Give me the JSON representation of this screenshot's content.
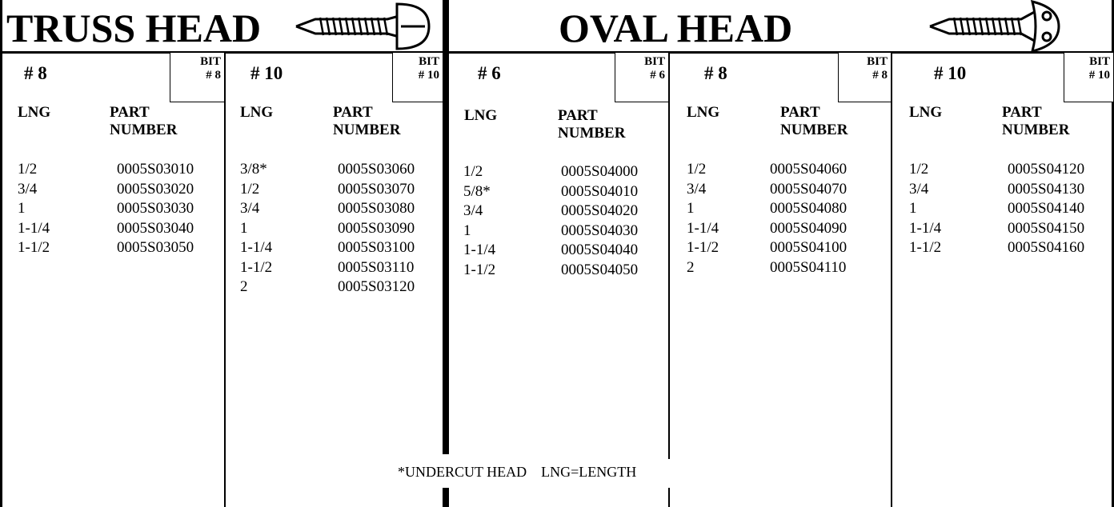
{
  "sections": [
    {
      "title": "TRUSS HEAD",
      "icon": "truss-head-screw-icon"
    },
    {
      "title": "OVAL HEAD",
      "icon": "oval-head-screw-icon"
    }
  ],
  "columns": [
    {
      "size": "# 8",
      "bit": [
        "BIT",
        "# 8"
      ],
      "lng_header": "LNG",
      "part_header": [
        "PART",
        "NUMBER"
      ],
      "rows": [
        {
          "lng": "1/2",
          "part": "0005S03010"
        },
        {
          "lng": "3/4",
          "part": "0005S03020"
        },
        {
          "lng": "1",
          "part": "0005S03030"
        },
        {
          "lng": "1-1/4",
          "part": "0005S03040"
        },
        {
          "lng": "1-1/2",
          "part": "0005S03050"
        }
      ]
    },
    {
      "size": "# 10",
      "bit": [
        "BIT",
        "# 10"
      ],
      "lng_header": "LNG",
      "part_header": [
        "PART",
        "NUMBER"
      ],
      "rows": [
        {
          "lng": "3/8*",
          "part": "0005S03060"
        },
        {
          "lng": "1/2",
          "part": "0005S03070"
        },
        {
          "lng": "3/4",
          "part": "0005S03080"
        },
        {
          "lng": "1",
          "part": "0005S03090"
        },
        {
          "lng": "1-1/4",
          "part": "0005S03100"
        },
        {
          "lng": "1-1/2",
          "part": "0005S03110"
        },
        {
          "lng": "2",
          "part": "0005S03120"
        }
      ]
    },
    {
      "size": "# 6",
      "bit": [
        "BIT",
        "# 6"
      ],
      "lng_header": "LNG",
      "part_header": [
        "PART",
        "NUMBER"
      ],
      "rows": [
        {
          "lng": "1/2",
          "part": "0005S04000"
        },
        {
          "lng": "5/8*",
          "part": "0005S04010"
        },
        {
          "lng": "3/4",
          "part": "0005S04020"
        },
        {
          "lng": "1",
          "part": "0005S04030"
        },
        {
          "lng": "1-1/4",
          "part": "0005S04040"
        },
        {
          "lng": "1-1/2",
          "part": "0005S04050"
        }
      ]
    },
    {
      "size": "# 8",
      "bit": [
        "BIT",
        "# 8"
      ],
      "lng_header": "LNG",
      "part_header": [
        "PART",
        "NUMBER"
      ],
      "rows": [
        {
          "lng": "1/2",
          "part": "0005S04060"
        },
        {
          "lng": "3/4",
          "part": "0005S04070"
        },
        {
          "lng": "1",
          "part": "0005S04080"
        },
        {
          "lng": "1-1/4",
          "part": "0005S04090"
        },
        {
          "lng": "1-1/2",
          "part": "0005S04100"
        },
        {
          "lng": "2",
          "part": "0005S04110"
        }
      ]
    },
    {
      "size": "# 10",
      "bit": [
        "BIT",
        "# 10"
      ],
      "lng_header": "LNG",
      "part_header": [
        "PART",
        "NUMBER"
      ],
      "rows": [
        {
          "lng": "1/2",
          "part": "0005S04120"
        },
        {
          "lng": "3/4",
          "part": "0005S04130"
        },
        {
          "lng": "1",
          "part": "0005S04140"
        },
        {
          "lng": "1-1/4",
          "part": "0005S04150"
        },
        {
          "lng": "1-1/2",
          "part": "0005S04160"
        }
      ]
    }
  ],
  "footnote": "*UNDERCUT HEAD    LNG=LENGTH"
}
